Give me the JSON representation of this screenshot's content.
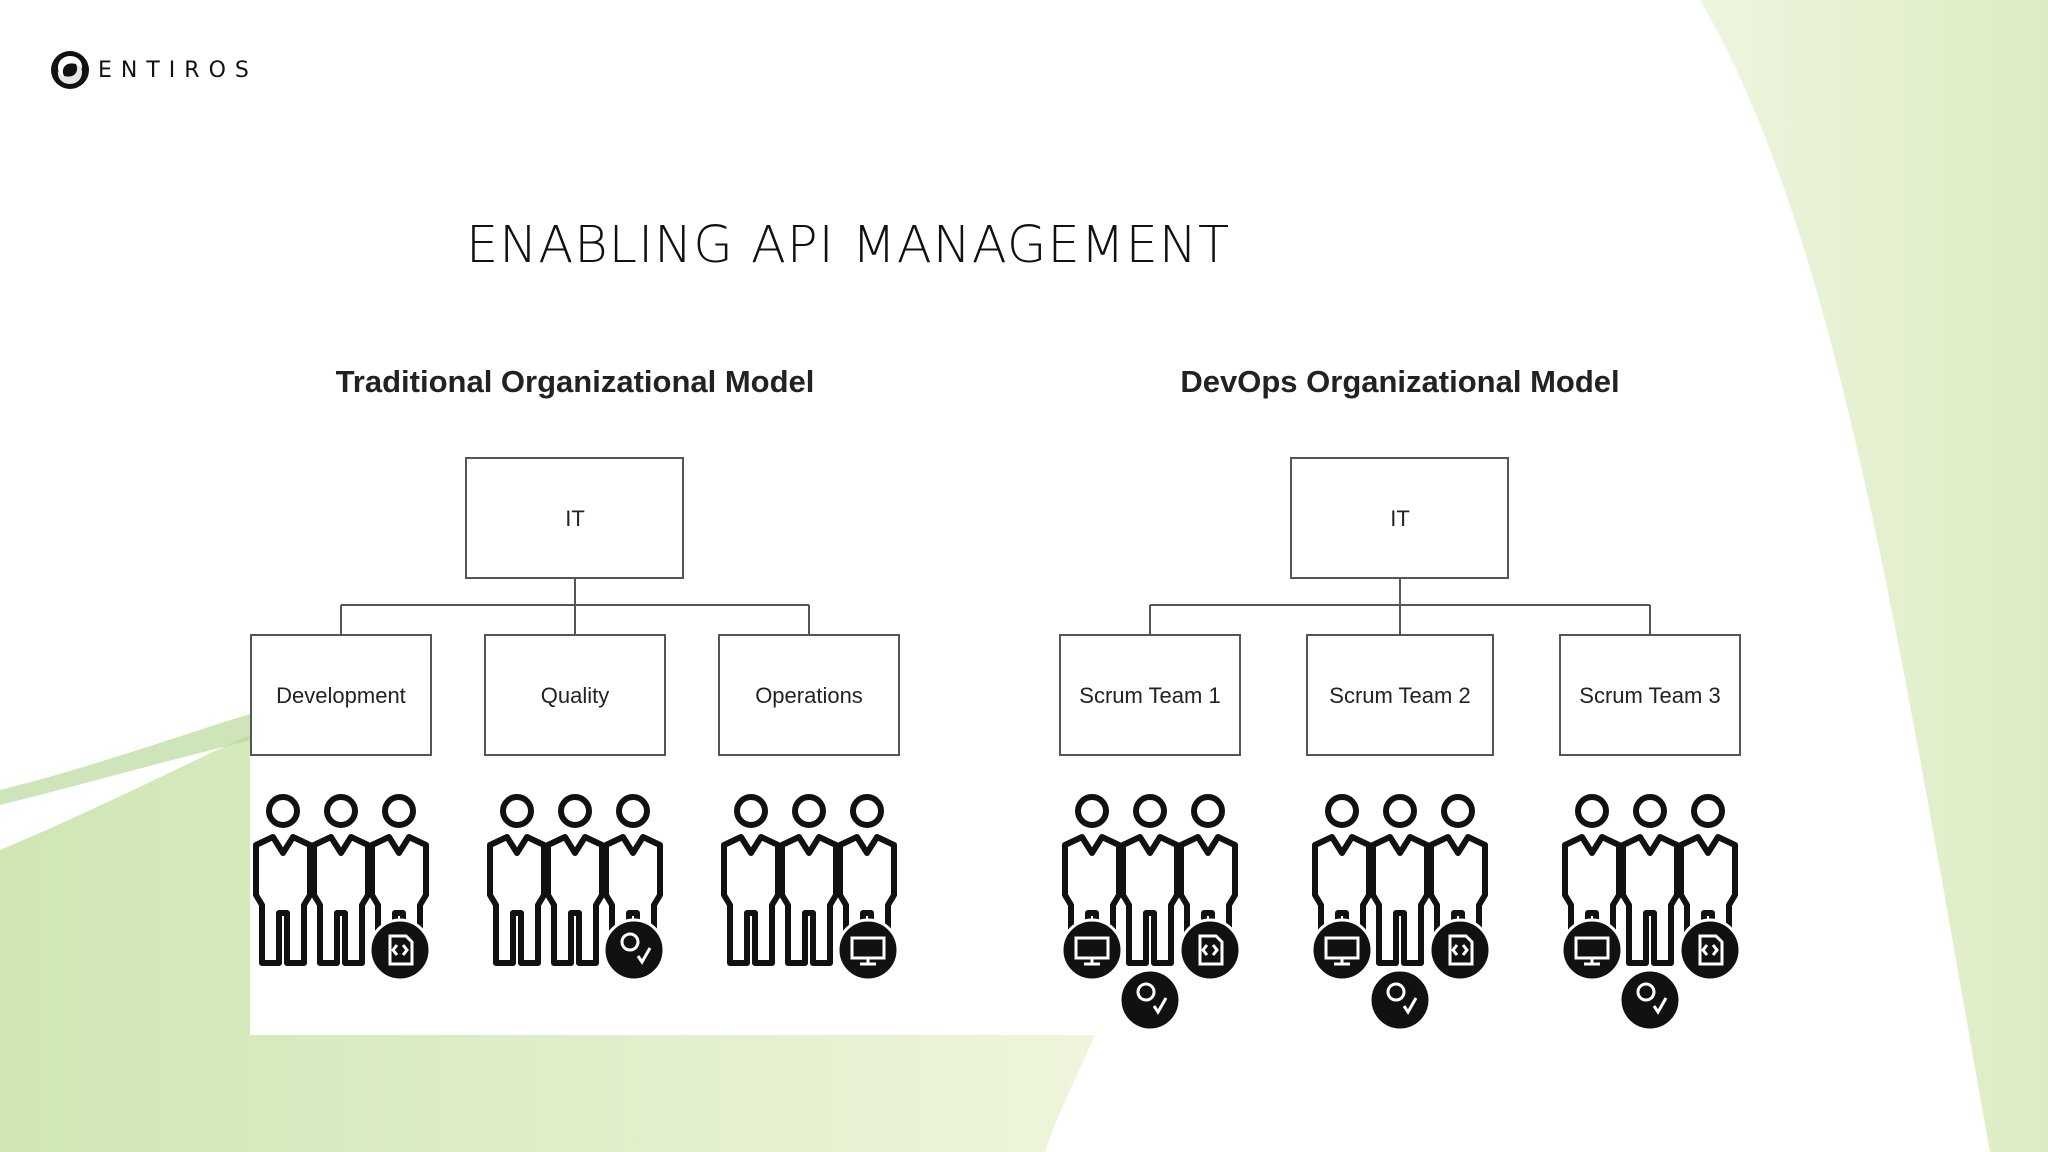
{
  "logo": {
    "text": "ENTIROS"
  },
  "slide": {
    "title": "ENABLING API MANAGEMENT"
  },
  "colors": {
    "accent_green": "#bcdd9d",
    "light_green": "#e8f2d4"
  },
  "models": [
    {
      "title": "Traditional Organizational Model",
      "root": "IT",
      "units": [
        "Development",
        "Quality",
        "Operations"
      ],
      "unit_icons": [
        "code-icon",
        "gear-check-icon",
        "monitor-icon"
      ]
    },
    {
      "title": "DevOps Organizational Model",
      "root": "IT",
      "units": [
        "Scrum Team 1",
        "Scrum Team 2",
        "Scrum Team 3"
      ],
      "unit_icons": [
        "monitor-icon",
        "gear-check-icon",
        "code-icon"
      ]
    }
  ]
}
